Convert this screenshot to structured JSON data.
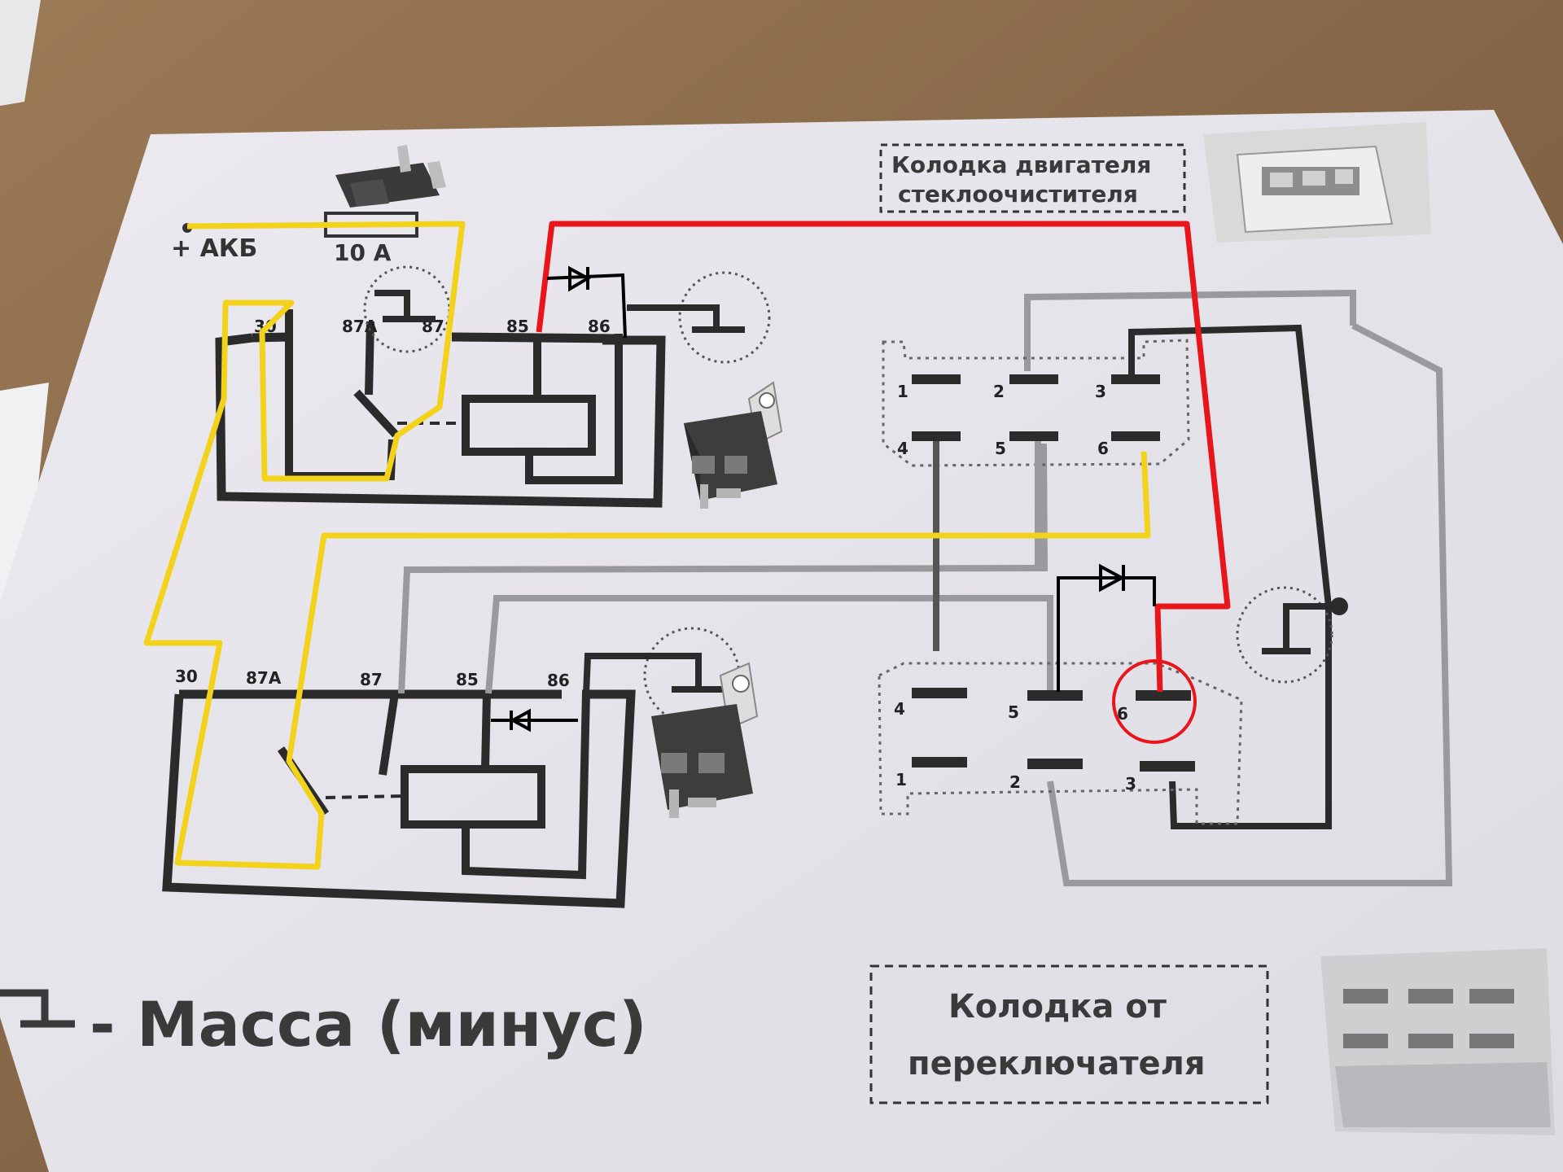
{
  "battery": {
    "label": "+ АКБ"
  },
  "fuse": {
    "label": "10 A"
  },
  "relay_top": {
    "pins": [
      "30",
      "87A",
      "87",
      "85",
      "86"
    ]
  },
  "relay_bottom": {
    "pins": [
      "30",
      "87A",
      "87",
      "85",
      "86"
    ]
  },
  "motor_connector": {
    "title_line1": "Колодка двигателя",
    "title_line2": "стеклоочистителя",
    "pins": [
      "1",
      "2",
      "3",
      "4",
      "5",
      "6"
    ]
  },
  "switch_connector": {
    "title_line1": "Колодка от",
    "title_line2": "переключателя",
    "pins": [
      "4",
      "5",
      "6",
      "1",
      "2",
      "3"
    ]
  },
  "legend": {
    "text": "- Масса (минус)"
  },
  "colors": {
    "paper": "#e9e9ee",
    "table": "#8a6a4a",
    "wire_dark": "#2b2b2b",
    "wire_gray": "#9a9a9e",
    "wire_yellow": "#f2d21a",
    "wire_red": "#e8161b",
    "wire_black": "#000000",
    "highlight_circle": "#e8161b"
  }
}
